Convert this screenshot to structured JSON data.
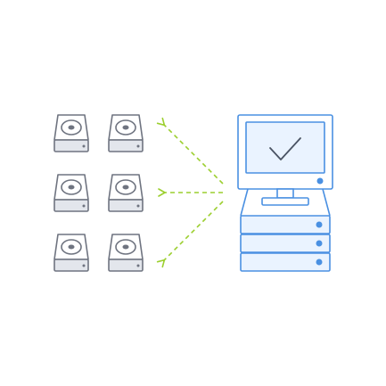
{
  "colors": {
    "background": "#ffffff",
    "drive_stroke": "#6f7480",
    "drive_fill": "#ffffff",
    "drive_base_fill": "#e3e6ec",
    "server_stroke": "#4a90e2",
    "server_fill": "#eaf3ff",
    "server_dot": "#4a90e2",
    "arrow": "#9ccf2f"
  },
  "icons": {
    "drive": "hard-drive-icon",
    "server": "computer-server-icon",
    "check": "checkmark-icon",
    "arrow": "dashed-arrow-icon"
  },
  "drives": {
    "rows": 3,
    "columns": 2
  },
  "arrows": {
    "count": 3,
    "direction": "server-to-drives"
  },
  "server": {
    "status": "check",
    "drive_bays": 3
  }
}
